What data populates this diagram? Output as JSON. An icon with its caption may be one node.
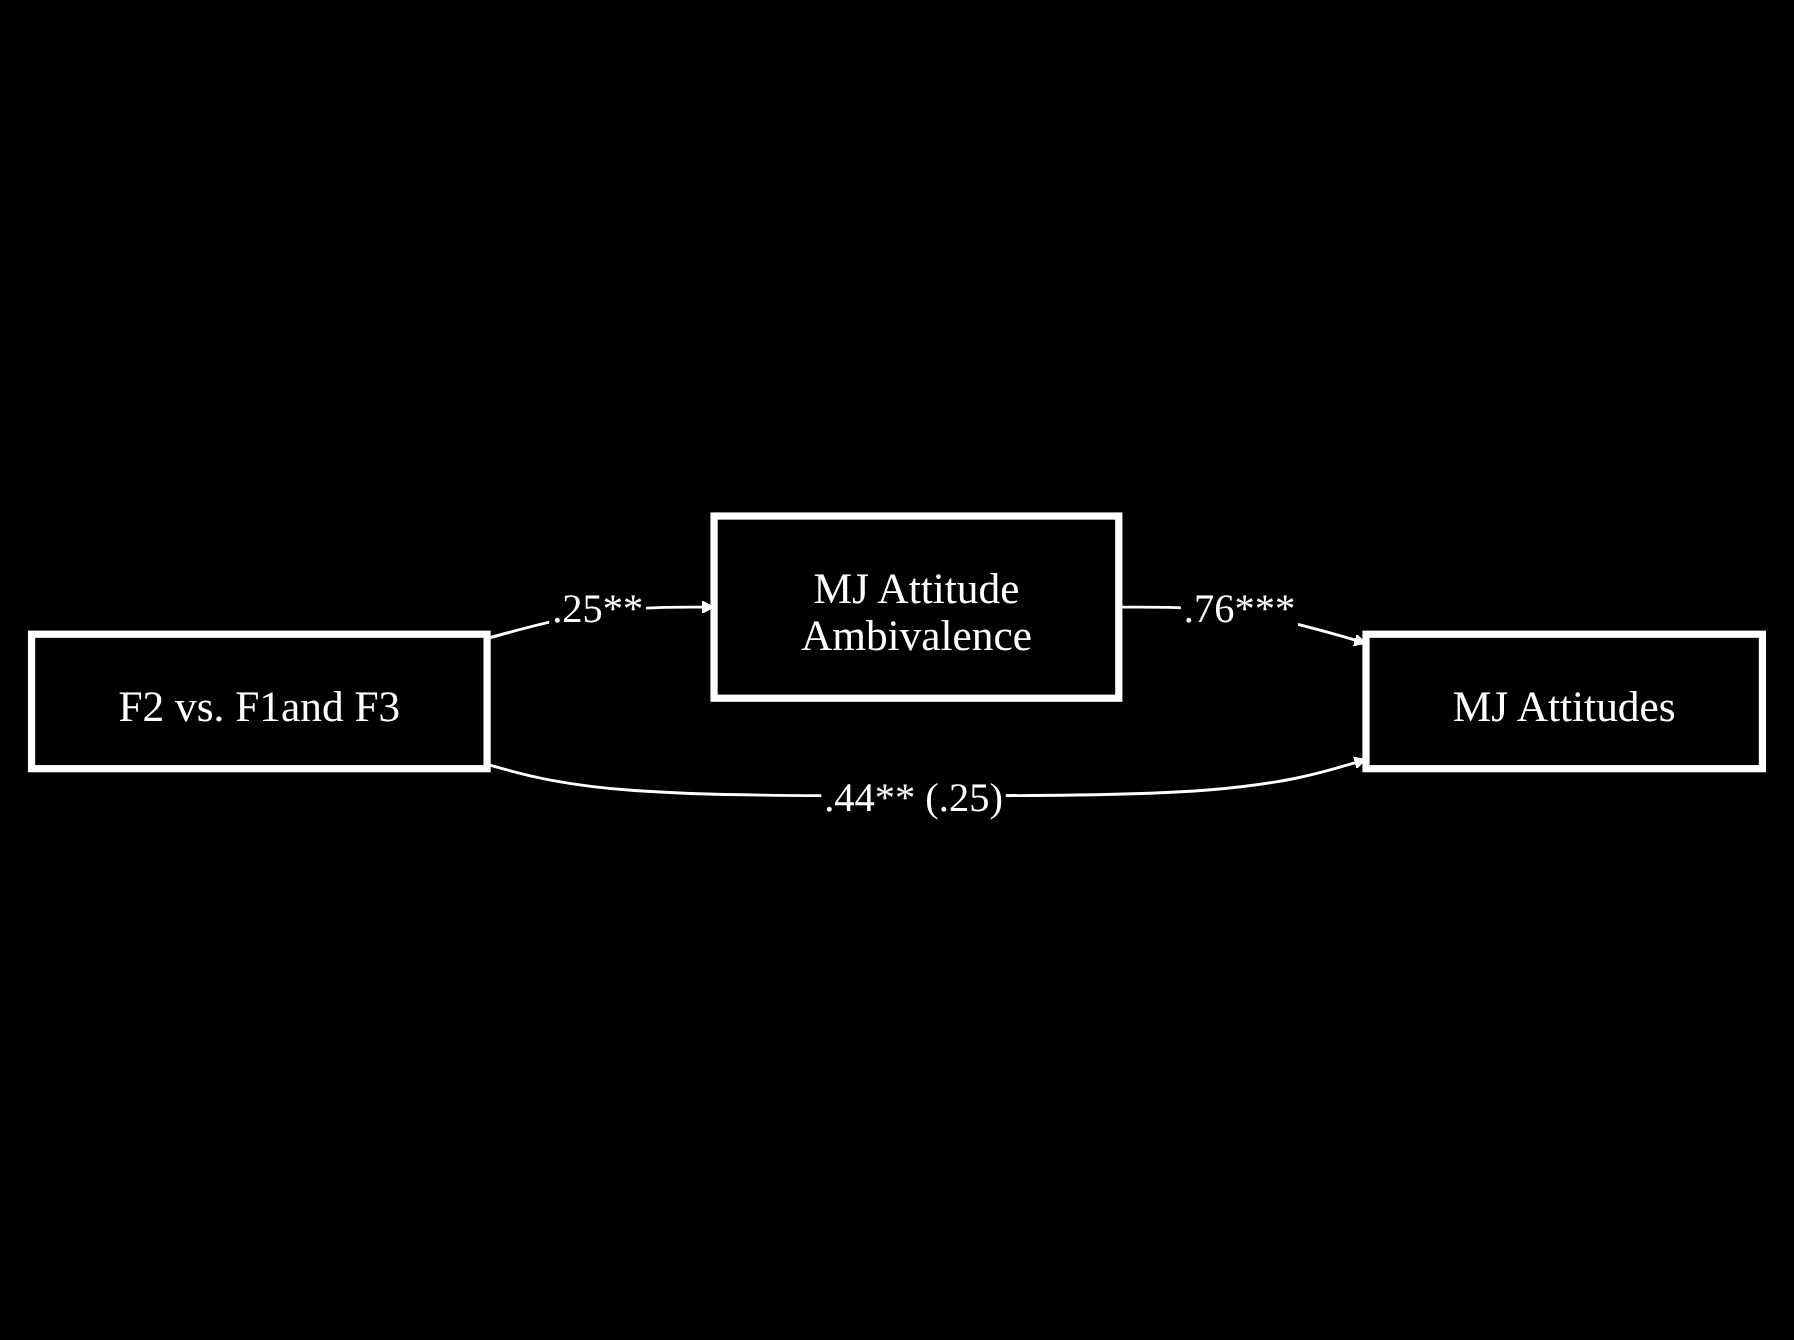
{
  "diagram": {
    "nodes": [
      {
        "text": [
          "F2 vs. F1and F3"
        ]
      },
      {
        "text": [
          "MJ Attitude Ambivalence"
        ]
      },
      {
        "text": [
          "MJ Attitudes"
        ]
      }
    ],
    "edges": [
      {
        "from": 0,
        "to": 1,
        "arrow": "to",
        "label": ".25**"
      },
      {
        "from": 1,
        "to": 2,
        "arrow": "to",
        "label": ".76***"
      },
      {
        "from": 0,
        "to": 2,
        "arrow": "to",
        "label": ".44** (.25)"
      }
    ]
  }
}
